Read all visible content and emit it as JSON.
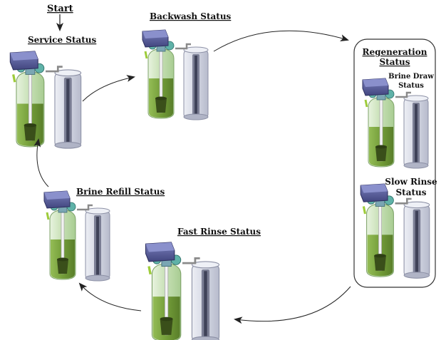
{
  "start_label": "Start",
  "stages": {
    "service": "Service Status",
    "backwash": "Backwash Status",
    "regeneration_line1": "Regeneration",
    "regeneration_line2": "Status",
    "brine_draw_line1": "Brine Draw",
    "brine_draw_line2": "Status",
    "slow_rinse_line1": "Slow Rinse",
    "slow_rinse_line2": "Status",
    "fast_rinse": "Fast Rinse Status",
    "brine_refill": "Brine Refill Status"
  },
  "colors": {
    "valve_body": "#5a5fa0",
    "valve_dark": "#3a3d78",
    "resin_tank_glass": "#cfe6c0",
    "resin_green": "#6f9a33",
    "resin_dark": "#3f5a1c",
    "brine_tank_glass": "#d9dbe6",
    "brine_tube": "#6b6f86",
    "fitting_teal": "#5fb2a8",
    "arrow": "#222222"
  },
  "icons": [
    "softener-unit-icon",
    "arrow-icon"
  ]
}
